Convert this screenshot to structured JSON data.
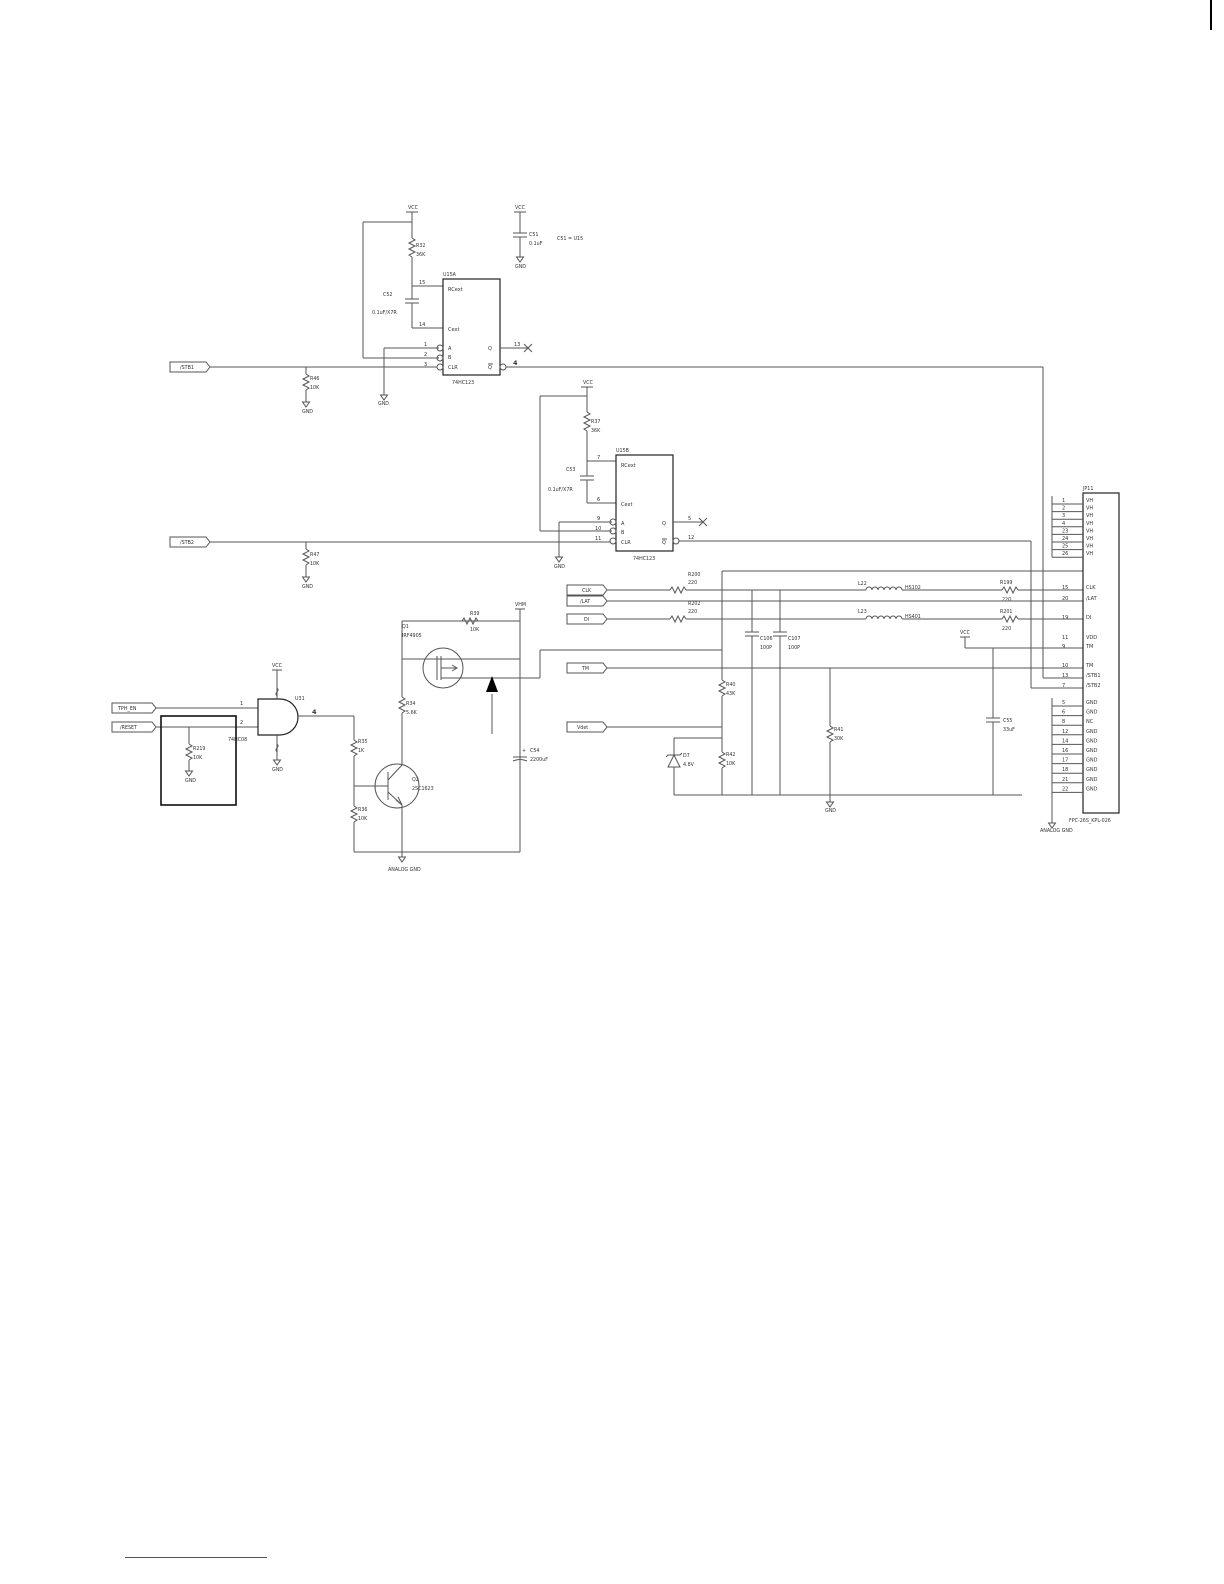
{
  "page": {
    "bg": "#ffffff",
    "wire_color": "#555555",
    "arrow_color": "#000000"
  },
  "u15a": {
    "name": "U15A",
    "part": "74HC123",
    "pins": {
      "rcext": "15",
      "cext": "14",
      "a": "1",
      "b": "2",
      "clr": "3",
      "q": "13",
      "qbar": "4"
    },
    "labels": {
      "rcext": "RCext",
      "cext": "Cext",
      "a": "A",
      "b": "B",
      "clr": "CLR",
      "q": "Q",
      "qbar": "Q"
    }
  },
  "u15b": {
    "name": "U15B",
    "part": "74HC123",
    "pins": {
      "rcext": "7",
      "cext": "6",
      "a": "9",
      "b": "10",
      "clr": "11",
      "q": "5",
      "qbar": "12"
    },
    "labels": {
      "rcext": "RCext",
      "cext": "Cext",
      "a": "A",
      "b": "B",
      "clr": "CLR",
      "q": "Q",
      "qbar": "Q"
    }
  },
  "vcc": "VCC",
  "gnd": "GND",
  "analog_gnd": "ANALOG GND",
  "vhm": "VHM",
  "r32": {
    "name": "R32",
    "value": "36K"
  },
  "r37": {
    "name": "R37",
    "value": "36K"
  },
  "c52": {
    "name": "C52",
    "value": "0.1uF/X7R"
  },
  "c53": {
    "name": "C53",
    "value": "0.1uF/X7R"
  },
  "c51": {
    "name": "C51",
    "value": "0.1uF",
    "note": "C51 = U15"
  },
  "r46": {
    "name": "R46",
    "value": "10K"
  },
  "r47": {
    "name": "R47",
    "value": "10K"
  },
  "r200": {
    "name": "R200",
    "value": "220"
  },
  "r202": {
    "name": "R202",
    "value": "220"
  },
  "r199": {
    "name": "R199",
    "value": "220"
  },
  "r201": {
    "name": "R201",
    "value": "220"
  },
  "l22": {
    "name": "L22",
    "value": "HS102"
  },
  "l23": {
    "name": "L23",
    "value": "HS401"
  },
  "c106": {
    "name": "C106",
    "value": "100P"
  },
  "c107": {
    "name": "C107",
    "value": "100P"
  },
  "r39": {
    "name": "R39",
    "value": "10K"
  },
  "q1": {
    "name": "Q1",
    "part": "IRF4905"
  },
  "q2": {
    "name": "Q2",
    "part": "2SC1623"
  },
  "r34": {
    "name": "R34",
    "value": "5.6K"
  },
  "r35": {
    "name": "R35",
    "value": "1K"
  },
  "r36": {
    "name": "R36",
    "value": "10K"
  },
  "c54": {
    "name": "C54",
    "value": "2200uF"
  },
  "r40": {
    "name": "R40",
    "value": "43K"
  },
  "r42": {
    "name": "R42",
    "value": "10K"
  },
  "d7": {
    "name": "D7",
    "value": "4.8V"
  },
  "r41": {
    "name": "R41",
    "value": "30K"
  },
  "c55": {
    "name": "C55",
    "value": "33uF"
  },
  "u31": {
    "name": "U31",
    "part": "74HC08",
    "pins": {
      "in1": "1",
      "in2": "2",
      "out": "4"
    }
  },
  "r219": {
    "name": "R219",
    "value": "10K"
  },
  "nets": {
    "stb1": "/STB1",
    "stb2": "/STB2",
    "clk": "CLK",
    "lat": "/LAT",
    "di": "DI",
    "tm": "TM",
    "vdet": "Vdet",
    "tph_en": "TPH_EN",
    "reset": "/RESET"
  },
  "jp11": {
    "name": "JP11",
    "part": "FPC-26S_KPL-026",
    "top_pins": [
      {
        "pin": "1",
        "sig": "VH"
      },
      {
        "pin": "2",
        "sig": "VH"
      },
      {
        "pin": "3",
        "sig": "VH"
      },
      {
        "pin": "4",
        "sig": "VH"
      },
      {
        "pin": "23",
        "sig": "VH"
      },
      {
        "pin": "24",
        "sig": "VH"
      },
      {
        "pin": "25",
        "sig": "VH"
      },
      {
        "pin": "26",
        "sig": "VH"
      }
    ],
    "mid_pins": [
      {
        "pin": "15",
        "sig": "CLK"
      },
      {
        "pin": "20",
        "sig": "/LAT"
      },
      {
        "pin": "19",
        "sig": "DI"
      },
      {
        "pin": "11",
        "sig": "VDD"
      },
      {
        "pin": "9",
        "sig": "TM"
      },
      {
        "pin": "10",
        "sig": "TM"
      },
      {
        "pin": "13",
        "sig": "/STB1"
      },
      {
        "pin": "7",
        "sig": "/STB2"
      }
    ],
    "bottom_pins": [
      {
        "pin": "5",
        "sig": "GND"
      },
      {
        "pin": "6",
        "sig": "GND"
      },
      {
        "pin": "8",
        "sig": "NC"
      },
      {
        "pin": "12",
        "sig": "GND"
      },
      {
        "pin": "14",
        "sig": "GND"
      },
      {
        "pin": "16",
        "sig": "GND"
      },
      {
        "pin": "17",
        "sig": "GND"
      },
      {
        "pin": "18",
        "sig": "GND"
      },
      {
        "pin": "21",
        "sig": "GND"
      },
      {
        "pin": "22",
        "sig": "GND"
      }
    ]
  }
}
